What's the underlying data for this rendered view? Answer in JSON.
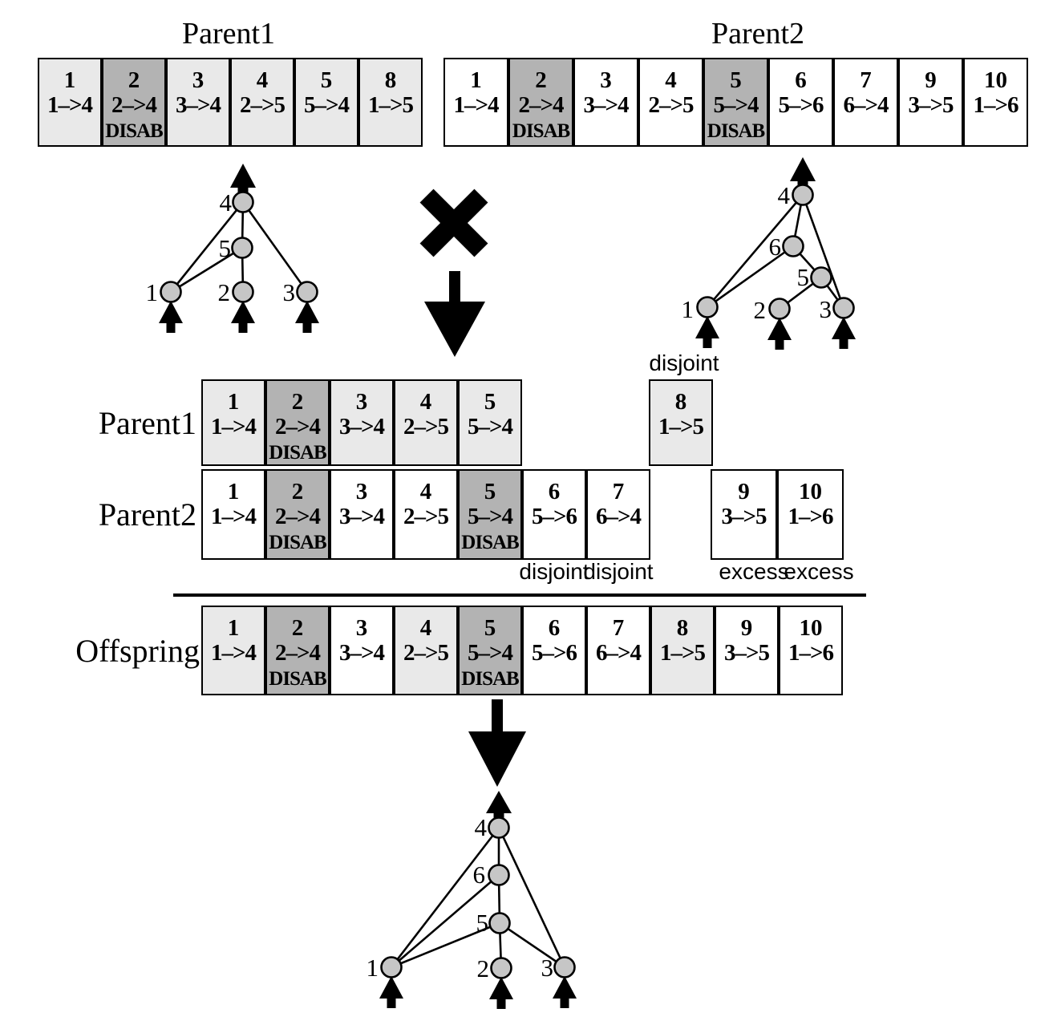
{
  "titles": {
    "parent1": "Parent1",
    "parent2": "Parent2"
  },
  "row_labels": {
    "parent1": "Parent1",
    "parent2": "Parent2",
    "offspring": "Offspring"
  },
  "annotations": {
    "disjoint_top": "disjoint",
    "disjoint_gene6": "disjoint",
    "disjoint_gene7": "disjoint",
    "excess_gene9": "excess",
    "excess_gene10": "excess"
  },
  "colors": {
    "light_gray_cell": "#e9e9e9",
    "dark_gray_disabled_cell": "#b3b3b3",
    "white_cell": "#ffffff",
    "node_fill": "#c6c6c6",
    "ink": "#000000"
  },
  "symbols": {
    "crossover_x": "x-mark",
    "flow_arrow": "down-arrow",
    "network_io_arrow": "up-arrow"
  },
  "genomes": {
    "parent1_top": {
      "genes": [
        {
          "num": "1",
          "link": "1–>4",
          "shade": "light"
        },
        {
          "num": "2",
          "link": "2–>4",
          "tag": "DISAB",
          "shade": "dark"
        },
        {
          "num": "3",
          "link": "3–>4",
          "shade": "light"
        },
        {
          "num": "4",
          "link": "2–>5",
          "shade": "light"
        },
        {
          "num": "5",
          "link": "5–>4",
          "shade": "light"
        },
        {
          "num": "8",
          "link": "1–>5",
          "shade": "light"
        }
      ]
    },
    "parent2_top": {
      "genes": [
        {
          "num": "1",
          "link": "1–>4",
          "shade": "white"
        },
        {
          "num": "2",
          "link": "2–>4",
          "tag": "DISAB",
          "shade": "dark"
        },
        {
          "num": "3",
          "link": "3–>4",
          "shade": "white"
        },
        {
          "num": "4",
          "link": "2–>5",
          "shade": "white"
        },
        {
          "num": "5",
          "link": "5–>4",
          "tag": "DISAB",
          "shade": "dark"
        },
        {
          "num": "6",
          "link": "5–>6",
          "shade": "white"
        },
        {
          "num": "7",
          "link": "6–>4",
          "shade": "white"
        },
        {
          "num": "9",
          "link": "3–>5",
          "shade": "white"
        },
        {
          "num": "10",
          "link": "1–>6",
          "shade": "white"
        }
      ]
    },
    "parent1_mid": {
      "genes": [
        {
          "num": "1",
          "link": "1–>4",
          "shade": "light"
        },
        {
          "num": "2",
          "link": "2–>4",
          "tag": "DISAB",
          "shade": "dark"
        },
        {
          "num": "3",
          "link": "3–>4",
          "shade": "light"
        },
        {
          "num": "4",
          "link": "2–>5",
          "shade": "light"
        },
        {
          "num": "5",
          "link": "5–>4",
          "shade": "light"
        },
        {
          "num": "8",
          "link": "1–>5",
          "shade": "light"
        }
      ]
    },
    "parent2_mid": {
      "genes": [
        {
          "num": "1",
          "link": "1–>4",
          "shade": "white"
        },
        {
          "num": "2",
          "link": "2–>4",
          "tag": "DISAB",
          "shade": "dark"
        },
        {
          "num": "3",
          "link": "3–>4",
          "shade": "white"
        },
        {
          "num": "4",
          "link": "2–>5",
          "shade": "white"
        },
        {
          "num": "5",
          "link": "5–>4",
          "tag": "DISAB",
          "shade": "dark"
        },
        {
          "num": "6",
          "link": "5–>6",
          "shade": "white"
        },
        {
          "num": "7",
          "link": "6–>4",
          "shade": "white"
        },
        {
          "num": "9",
          "link": "3–>5",
          "shade": "white"
        },
        {
          "num": "10",
          "link": "1–>6",
          "shade": "white"
        }
      ]
    },
    "offspring": {
      "genes": [
        {
          "num": "1",
          "link": "1–>4",
          "shade": "light"
        },
        {
          "num": "2",
          "link": "2–>4",
          "tag": "DISAB",
          "shade": "dark"
        },
        {
          "num": "3",
          "link": "3–>4",
          "shade": "white"
        },
        {
          "num": "4",
          "link": "2–>5",
          "shade": "light"
        },
        {
          "num": "5",
          "link": "5–>4",
          "tag": "DISAB",
          "shade": "dark"
        },
        {
          "num": "6",
          "link": "5–>6",
          "shade": "white"
        },
        {
          "num": "7",
          "link": "6–>4",
          "shade": "white"
        },
        {
          "num": "8",
          "link": "1–>5",
          "shade": "light"
        },
        {
          "num": "9",
          "link": "3–>5",
          "shade": "white"
        },
        {
          "num": "10",
          "link": "1–>6",
          "shade": "white"
        }
      ]
    }
  },
  "trees": {
    "parent1": {
      "node_labels": [
        "4",
        "5",
        "1",
        "2",
        "3"
      ],
      "edges": [
        "1–>4",
        "3–>4",
        "5–>4",
        "2–>5",
        "1–>5"
      ]
    },
    "parent2": {
      "node_labels": [
        "4",
        "6",
        "5",
        "1",
        "2",
        "3"
      ],
      "edges": [
        "1–>4",
        "3–>4",
        "6–>4",
        "1–>6",
        "5–>6",
        "2–>5",
        "3–>5"
      ]
    },
    "offspring": {
      "node_labels": [
        "4",
        "6",
        "5",
        "1",
        "2",
        "3"
      ],
      "edges": [
        "1–>4",
        "3–>4",
        "6–>4",
        "1–>6",
        "5–>6",
        "1–>5",
        "2–>5",
        "3–>5"
      ]
    }
  }
}
